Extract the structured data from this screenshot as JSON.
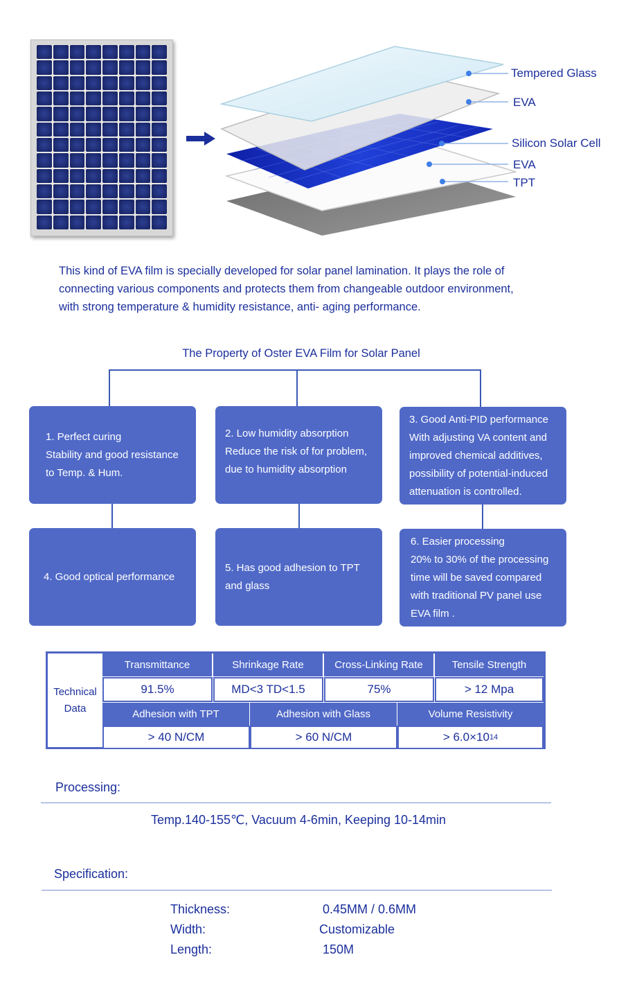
{
  "diagram": {
    "layers": [
      {
        "label": "Tempered Glass"
      },
      {
        "label": "EVA"
      },
      {
        "label": "Silicon Solar Cell"
      },
      {
        "label": "EVA"
      },
      {
        "label": "TPT"
      }
    ]
  },
  "intro": {
    "lines": [
      "This kind of EVA film is specially developed for solar panel lamination.  It plays the role of",
      "connecting various components and protects them from changeable outdoor environment,",
      "with strong temperature & humidity resistance, anti- aging performance."
    ]
  },
  "properties": {
    "title": "The Property of Oster EVA Film for Solar Panel",
    "items": [
      {
        "lines": [
          "1. Perfect curing",
          "Stability and good resistance",
          "to Temp. & Hum."
        ]
      },
      {
        "lines": [
          "2. Low humidity absorption",
          "Reduce the risk of for problem,",
          "due to humidity absorption"
        ]
      },
      {
        "lines": [
          "3. Good Anti-PID performance",
          "With adjusting VA content and",
          "improved chemical additives,",
          "possibility of potential-induced",
          "attenuation is controlled."
        ]
      },
      {
        "lines": [
          "4. Good optical performance"
        ]
      },
      {
        "lines": [
          "5. Has good adhesion to TPT",
          "and glass"
        ]
      },
      {
        "lines": [
          "6.  Easier processing",
          "20% to 30% of the processing",
          "time will be saved compared",
          "with traditional PV panel use",
          "EVA film ."
        ]
      }
    ]
  },
  "technical": {
    "label_line1": "Technical",
    "label_line2": "Data",
    "row1": [
      {
        "header": "Transmittance",
        "value": "91.5%"
      },
      {
        "header": "Shrinkage Rate",
        "value": "MD<3  TD<1.5"
      },
      {
        "header": "Cross-Linking Rate",
        "value": "75%"
      },
      {
        "header": "Tensile Strength",
        "value": "> 12 Mpa"
      }
    ],
    "row2": [
      {
        "header": "Adhesion with TPT",
        "value": "> 40 N/CM"
      },
      {
        "header": "Adhesion with Glass",
        "value": "> 60 N/CM"
      },
      {
        "header": "Volume Resistivity",
        "value": "> 6.0×10",
        "exponent": "14"
      }
    ]
  },
  "processing": {
    "heading": "Processing:",
    "text": "Temp.140-155℃, Vacuum 4-6min, Keeping 10-14min"
  },
  "specification": {
    "heading": "Specification:",
    "rows": [
      {
        "key": "Thickness:",
        "value": "0.45MM / 0.6MM"
      },
      {
        "key": "Width:",
        "value": "Customizable"
      },
      {
        "key": "Length:",
        "value": "150M"
      }
    ]
  },
  "colors": {
    "text": "#1b2f9c",
    "box": "#5069c7",
    "cell": "#1c2a6e",
    "silicon_layer": "#1a33c8"
  }
}
